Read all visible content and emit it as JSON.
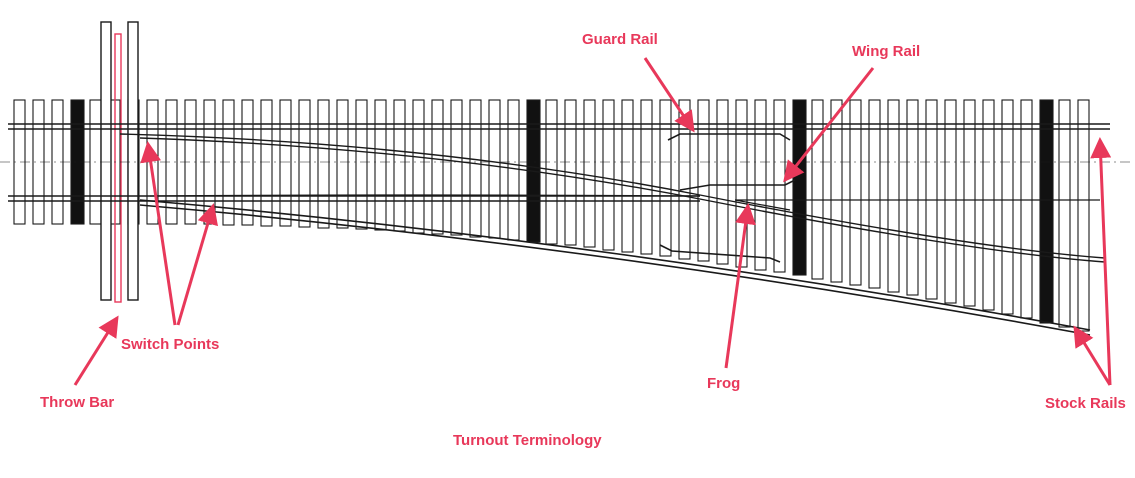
{
  "title": "Turnout Terminology",
  "labels": {
    "guard_rail": "Guard Rail",
    "wing_rail": "Wing Rail",
    "switch_points": "Switch Points",
    "throw_bar": "Throw Bar",
    "frog": "Frog",
    "stock_rails": "Stock Rails"
  },
  "colors": {
    "label": "#e8385a",
    "ink": "#1a1a1a",
    "throw_bar": "#e8385a"
  }
}
